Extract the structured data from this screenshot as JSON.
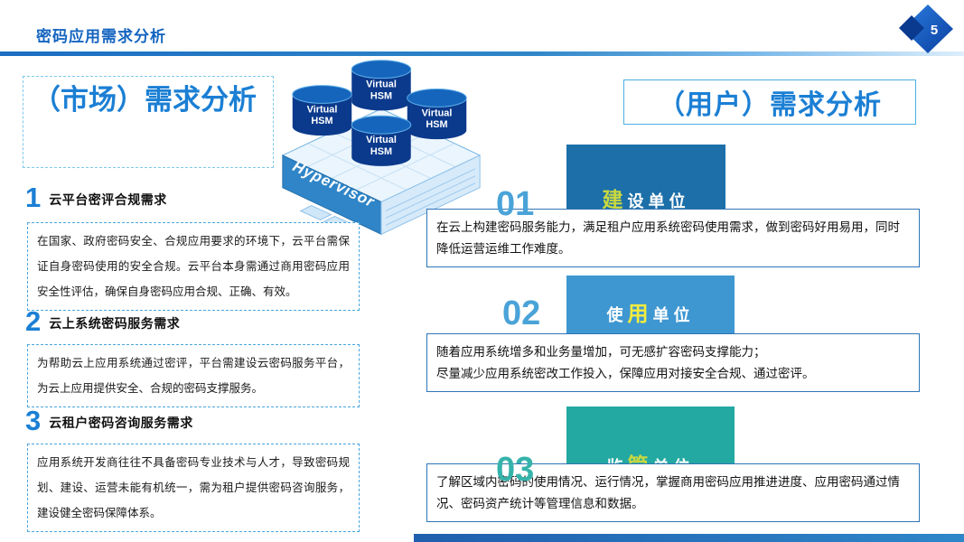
{
  "page": {
    "title": "密码应用需求分析",
    "page_number": "5"
  },
  "colors": {
    "accent_blue": "#1b7fd4",
    "underline_blue": "#2e86c8",
    "bottom_bar_blue": "#2767b0"
  },
  "left_panel": {
    "heading": "（市场）需求分析",
    "sections": [
      {
        "num": "1",
        "label": "云平台密评合规需求",
        "body": "在国家、政府密码安全、合规应用要求的环境下，云平台需保证自身密码使用的安全合规。云平台本身需通过商用密码应用安全性评估，确保自身密码应用合规、正确、有效。"
      },
      {
        "num": "2",
        "label": "云上系统密码服务需求",
        "body": "为帮助云上应用系统通过密评，平台需建设云密码服务平台，为云上应用提供安全、合规的密码支撑服务。"
      },
      {
        "num": "3",
        "label": "云租户密码咨询服务需求",
        "body": "应用系统开发商往往不具备密码专业技术与人才，导致密码规划、建设、运营未能有机统一，需为租户提供密码咨询服务，建设健全密码保障体系。"
      }
    ]
  },
  "right_panel": {
    "heading": "（用户）需求分析",
    "items": [
      {
        "num": "01",
        "num_color": "#4aa3d8",
        "box_color": "#1c6fa9",
        "highlight_color": "#c9d93f",
        "unit_prefix": "",
        "unit_highlight": "建",
        "unit_suffix": "设单位",
        "body": "在云上构建密码服务能力，满足租户应用系统密码使用需求，做到密码好用易用，同时降低运营运维工作难度。"
      },
      {
        "num": "02",
        "num_color": "#4aa3d8",
        "box_color": "#3e97d1",
        "highlight_color": "#f5ec3d",
        "unit_prefix": "使",
        "unit_highlight": "用",
        "unit_suffix": "单位",
        "body": "随着应用系统增多和业务量增加，可无感扩容密码支撑能力；\n尽量减少应用系统密改工作投入，保障应用对接安全合规、通过密评。"
      },
      {
        "num": "03",
        "num_color": "#35b3ab",
        "box_color": "#23a8a2",
        "highlight_color": "#c9d93f",
        "unit_prefix": "监",
        "unit_highlight": "管",
        "unit_suffix": "单位",
        "body": "了解区域内密码的使用情况、运行情况，掌握商用密码应用推进进度、应用密码通过情况、密码资产统计等管理信息和数据。"
      }
    ]
  },
  "illustration": {
    "hypervisor_label": "Hypervisor",
    "hsm_line1": "Virtual",
    "hsm_line2": "HSM"
  }
}
